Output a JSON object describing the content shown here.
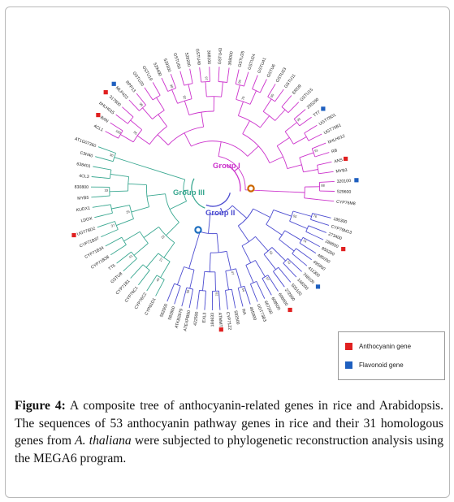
{
  "colors": {
    "group1": "#cc33cc",
    "group2": "#4b4bd0",
    "group3": "#3aa891",
    "anthocyanin": "#e02020",
    "flavonoid": "#1e5fbf",
    "root1": "#cc6600",
    "root2": "#1e6fbf"
  },
  "groups": {
    "g1": "Group I",
    "g2": "Group II",
    "g3": "Group III"
  },
  "legend": {
    "anthocyanin": "Anthocyanin gene",
    "flavonoid": "Flavonoid gene"
  },
  "caption": {
    "figure_label": "Figure 4:",
    "text_1": " A composite tree of anthocyanin-related genes in rice and Arabidopsis. The sequences of 53 anthocyanin pathway genes in rice and their 31 homologous genes from ",
    "italic": "A. thaliana",
    "text_2": " were subjected to phylogenetic reconstruction analysis using the MEGA6 program."
  },
  "tree": {
    "group1_leaves": [
      {
        "label": "4CL1",
        "marker": "none"
      },
      {
        "label": "BAN",
        "marker": "anthocyanin"
      },
      {
        "label": "bHLH015",
        "marker": "none"
      },
      {
        "label": "317900",
        "marker": "anthocyanin"
      },
      {
        "label": "MLP423",
        "marker": "flavonoid"
      },
      {
        "label": "RPP13",
        "marker": "none"
      },
      {
        "label": "GSTU20",
        "marker": "none"
      },
      {
        "label": "GSTU19",
        "marker": "none"
      },
      {
        "label": "529400",
        "marker": "none"
      },
      {
        "label": "529300",
        "marker": "none"
      },
      {
        "label": "GSTU50",
        "marker": "none"
      },
      {
        "label": "529200",
        "marker": "none"
      },
      {
        "label": "GSTU49",
        "marker": "none"
      },
      {
        "label": "368100",
        "marker": "none"
      },
      {
        "label": "GSTU43",
        "marker": "none"
      },
      {
        "label": "368000",
        "marker": "none"
      },
      {
        "label": "GSTU25",
        "marker": "none"
      },
      {
        "label": "GSTU24",
        "marker": "none"
      },
      {
        "label": "GSTU41",
        "marker": "none"
      },
      {
        "label": "GSTU6",
        "marker": "none"
      },
      {
        "label": "GSTU23",
        "marker": "none"
      },
      {
        "label": "GSTU11",
        "marker": "none"
      },
      {
        "label": "ERD9",
        "marker": "none"
      },
      {
        "label": "GSTU15",
        "marker": "none"
      },
      {
        "label": "255200",
        "marker": "none"
      },
      {
        "label": "TT7",
        "marker": "flavonoid"
      },
      {
        "label": "UGT78D1",
        "marker": "none"
      },
      {
        "label": "UGT75B1",
        "marker": "none"
      },
      {
        "label": "bHLH012",
        "marker": "none"
      },
      {
        "label": "RB",
        "marker": "none"
      },
      {
        "label": "ANS",
        "marker": "anthocyanin"
      },
      {
        "label": "MYB3",
        "marker": "none"
      },
      {
        "label": "320100",
        "marker": "flavonoid"
      },
      {
        "label": "529600",
        "marker": "none"
      },
      {
        "label": "CYP76M8",
        "marker": "none"
      }
    ],
    "group2_leaves": [
      {
        "label": "185300",
        "marker": "none"
      },
      {
        "label": "CYP76M13",
        "marker": "none"
      },
      {
        "label": "273400",
        "marker": "none"
      },
      {
        "label": "289500",
        "marker": "anthocyanin"
      },
      {
        "label": "850200",
        "marker": "none"
      },
      {
        "label": "485000",
        "marker": "none"
      },
      {
        "label": "495900",
        "marker": "none"
      },
      {
        "label": "411300",
        "marker": "none"
      },
      {
        "label": "748100",
        "marker": "flavonoid"
      },
      {
        "label": "148200",
        "marker": "none"
      },
      {
        "label": "505100",
        "marker": "none"
      },
      {
        "label": "272600",
        "marker": "none"
      },
      {
        "label": "608000",
        "marker": "anthocyanin"
      },
      {
        "label": "608500",
        "marker": "none"
      },
      {
        "label": "667200",
        "marker": "none"
      },
      {
        "label": "UGT73B3",
        "marker": "none"
      },
      {
        "label": "465900",
        "marker": "none"
      },
      {
        "label": "RA",
        "marker": "none"
      },
      {
        "label": "592500",
        "marker": "none"
      },
      {
        "label": "CYP71Z2",
        "marker": "none"
      },
      {
        "label": "ATMMT",
        "marker": "anthocyanin"
      },
      {
        "label": "184633",
        "marker": "none"
      },
      {
        "label": "EXL3",
        "marker": "none"
      },
      {
        "label": "422500",
        "marker": "none"
      },
      {
        "label": "ATEXPB50",
        "marker": "none"
      },
      {
        "label": "ATKB2879",
        "marker": "none"
      },
      {
        "label": "582800",
        "marker": "none"
      },
      {
        "label": "582900",
        "marker": "none"
      }
    ],
    "group3_leaves": [
      {
        "label": "CYP81D1",
        "marker": "none"
      },
      {
        "label": "CYP76C2",
        "marker": "none"
      },
      {
        "label": "CYP76C1",
        "marker": "none"
      },
      {
        "label": "CYP71B1",
        "marker": "none"
      },
      {
        "label": "GSTU8",
        "marker": "none"
      },
      {
        "label": "TT6",
        "marker": "none"
      },
      {
        "label": "CYP71B38",
        "marker": "none"
      },
      {
        "label": "CYP71B34",
        "marker": "none"
      },
      {
        "label": "CYP71B37",
        "marker": "none"
      },
      {
        "label": "UGT78D2",
        "marker": "anthocyanin"
      },
      {
        "label": "LDOX",
        "marker": "none"
      },
      {
        "label": "KUDX1",
        "marker": "none"
      },
      {
        "label": "MYB5",
        "marker": "none"
      },
      {
        "label": "830800",
        "marker": "none"
      },
      {
        "label": "4CL3",
        "marker": "none"
      },
      {
        "label": "638401",
        "marker": "none"
      },
      {
        "label": "C3H40",
        "marker": "none"
      },
      {
        "label": "AT1G07360",
        "marker": "none"
      }
    ],
    "bootstrap_values": [
      "100",
      "99",
      "98",
      "97",
      "96",
      "95",
      "93",
      "91",
      "88",
      "85",
      "82",
      "79",
      "76",
      "74",
      "70",
      "67",
      "64",
      "62",
      "58",
      "55",
      "51",
      "47",
      "44",
      "41",
      "37",
      "33",
      "30",
      "27",
      "25",
      "22"
    ]
  }
}
